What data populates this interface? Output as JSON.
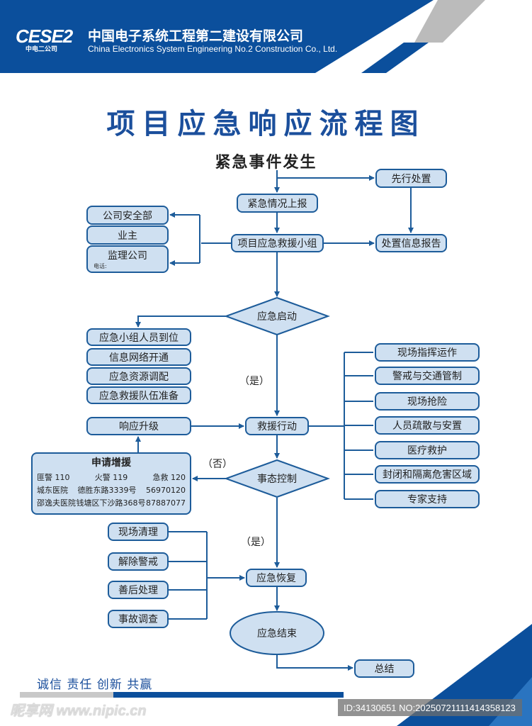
{
  "header": {
    "logo": "CESE2",
    "logo_sub": "中电二公司",
    "company_cn": "中国电子系统工程第二建设有限公司",
    "company_en": "China Electronics System Engineering No.2 Construction Co., Ltd."
  },
  "title": "项目应急响应流程图",
  "start": "紧急事件发生",
  "nodes": {
    "first_aid": "先行处置",
    "report": "紧急情况上报",
    "team": "项目应急救援小组",
    "info_report": "处置信息报告",
    "safety_dept": "公司安全部",
    "owner": "业主",
    "supervisor": "监理公司",
    "phone_label": "电话:",
    "activate": "应急启动",
    "action": "救援行动",
    "upgrade": "响应升级",
    "control": "事态控制",
    "recover": "应急恢复",
    "end": "应急结束",
    "summary": "总结"
  },
  "prep": [
    "应急小组人员到位",
    "信息网络开通",
    "应急资源调配",
    "应急救援队伍准备"
  ],
  "actions": [
    "现场指挥运作",
    "警戒与交通管制",
    "现场抢险",
    "人员疏散与安置",
    "医疗救护",
    "封闭和隔离危害区域",
    "专家支持"
  ],
  "recovery": [
    "现场清理",
    "解除警戒",
    "善后处理",
    "事故调查"
  ],
  "labels": {
    "yes1": "（是）",
    "no": "（否）",
    "yes2": "（是）"
  },
  "reinforce": {
    "title": "申请增援",
    "row1": [
      "匪警 110",
      "火警 119",
      "急救 120"
    ],
    "row2": [
      "城东医院",
      "德胜东路3339号",
      "56970120"
    ],
    "row3": [
      "邵逸夫医院",
      "钱塘区下沙路368号",
      "87887077"
    ]
  },
  "footer": {
    "slogan": "诚信 责任 创新 共赢",
    "watermark": "昵享网 www.nipic.cn",
    "id": "ID:34130651 NO:20250721111414358123"
  },
  "colors": {
    "brand": "#0b4f9c",
    "box": "#cfe0f1",
    "line": "#1d5c9a"
  }
}
